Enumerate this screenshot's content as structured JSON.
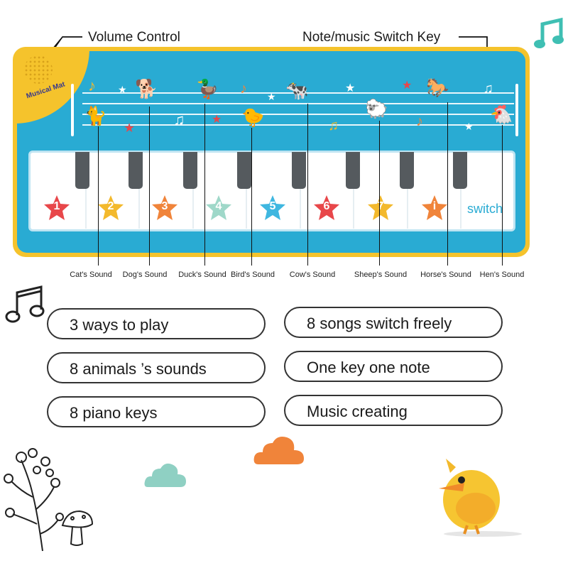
{
  "callouts": {
    "volume": "Volume Control",
    "switch_key": "Note/music Switch Key"
  },
  "mat": {
    "logo_text": "Musical Mat",
    "switch_label": "switch",
    "keys": [
      "1",
      "2",
      "3",
      "4",
      "5",
      "6",
      "7",
      "i"
    ],
    "key_colors": [
      "#e8474a",
      "#f3b92c",
      "#f0843a",
      "#9fd8c9",
      "#3fb7e0",
      "#e8474a",
      "#f3b92c",
      "#f0843a"
    ]
  },
  "animal_sounds": [
    "Cat's Sound",
    "Dog's Sound",
    "Duck's Sound",
    "Bird's Sound",
    "Cow's Sound",
    "Sheep's Sound",
    "Horse's Sound",
    "Hen's Sound"
  ],
  "features": {
    "left": [
      "3 ways to play",
      "8 animals ’s sounds",
      "8 piano keys"
    ],
    "right": [
      "8 songs switch freely",
      "One key one note",
      "Music creating"
    ]
  },
  "colors": {
    "mat_blue": "#29abd3",
    "mat_yellow": "#f5c32c",
    "cloud_orange": "#f0843a",
    "cloud_teal": "#8fd0c3"
  },
  "icons": [
    "music-note-icon",
    "cat-icon",
    "dog-icon",
    "duck-icon",
    "cow-icon",
    "bird-icon",
    "sheep-icon",
    "horse-icon",
    "hen-icon",
    "cloud-icon",
    "plant-icon",
    "mushroom-icon",
    "chick-icon"
  ]
}
